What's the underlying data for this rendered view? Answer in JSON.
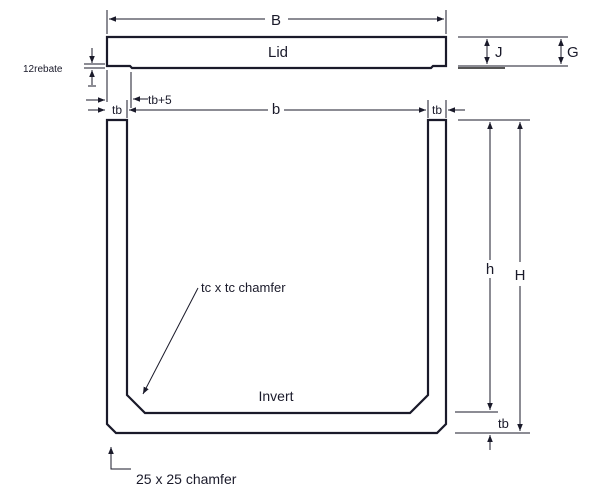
{
  "title": "U-channel drain with lid cross-section",
  "labels": {
    "B": "B",
    "lid": "Lid",
    "J": "J",
    "G": "G",
    "rebate": "12rebate",
    "tb_plus_5": "tb+5",
    "tb_left": "tb",
    "b": "b",
    "tb_right": "tb",
    "h": "h",
    "H": "H",
    "tc_chamfer": "tc x tc chamfer",
    "invert": "Invert",
    "tb_bottom": "tb",
    "outer_chamfer": "25 x 25 chamfer"
  },
  "colors": {
    "line": "#1a1a2a",
    "dimension": "#1e2a6e"
  }
}
